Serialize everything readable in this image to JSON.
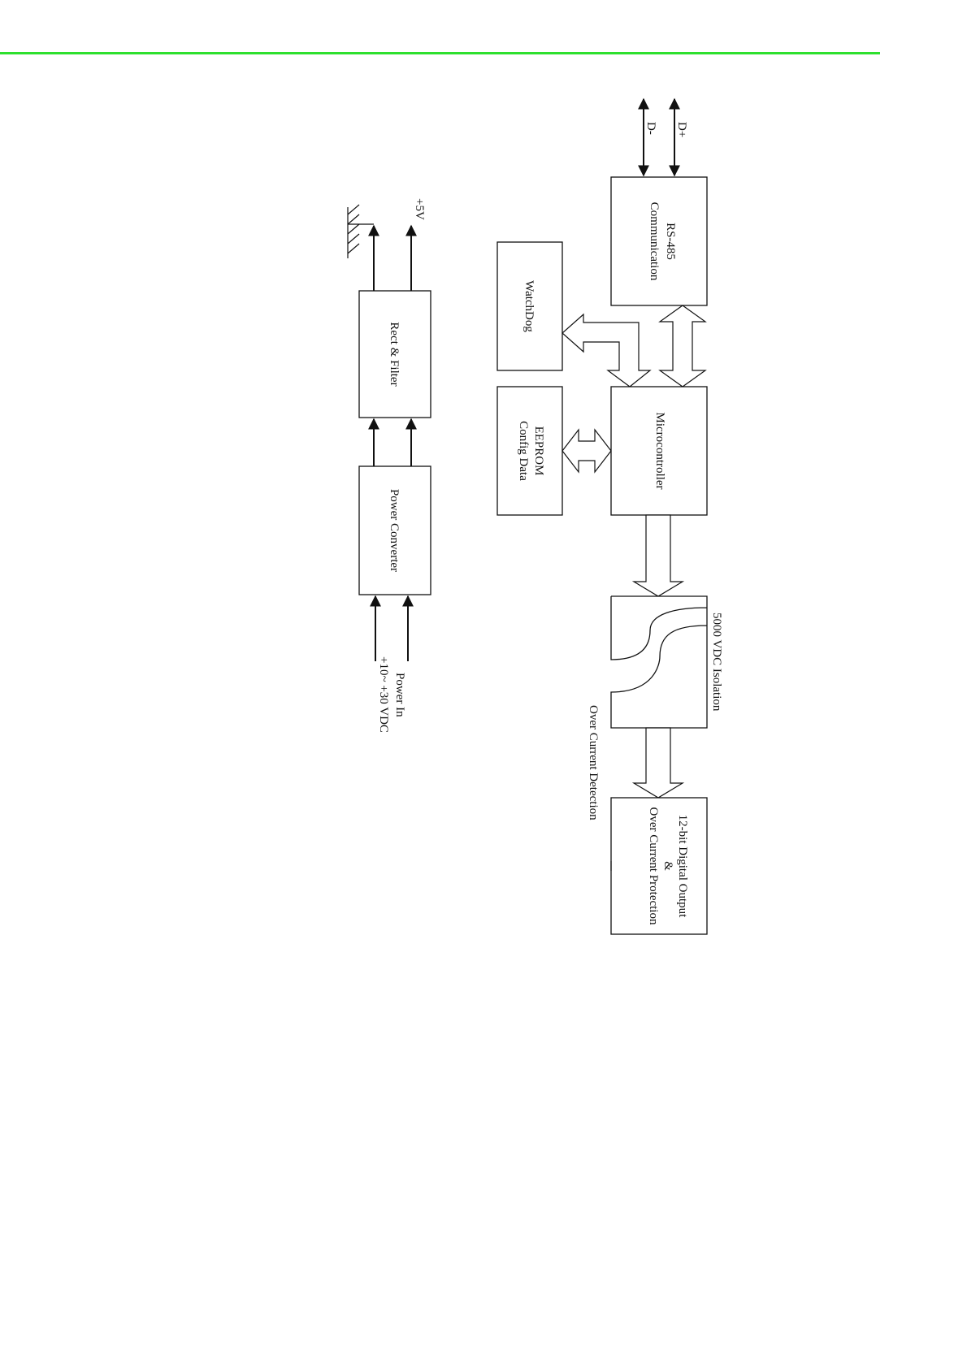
{
  "page": {
    "header_rule_color": "#2ee02e"
  },
  "diagram": {
    "signals": {
      "d_minus": "D-",
      "d_plus": "D+",
      "plus_5v": "+5V"
    },
    "blocks": {
      "rs485": {
        "line1": "RS-485",
        "line2": "Communication"
      },
      "watchdog": {
        "line1": "WatchDog"
      },
      "eeprom": {
        "line1": "EEPROM",
        "line2": "Config Data"
      },
      "microcontroller": {
        "line1": "Microcontroller"
      },
      "digital_output": {
        "line1": "12-bit Digital Output",
        "line2": "&",
        "line3": "Over Current Protection"
      },
      "rect_filter": {
        "line1": "Rect & Filter"
      },
      "power_converter": {
        "line1": "Power Converter"
      }
    },
    "isolation_label": "5000 VDC Isolation",
    "over_current_detection_label": "Over Current Detection",
    "power_in": {
      "line1": "Power In",
      "line2": "+10~ +30 VDC"
    }
  }
}
